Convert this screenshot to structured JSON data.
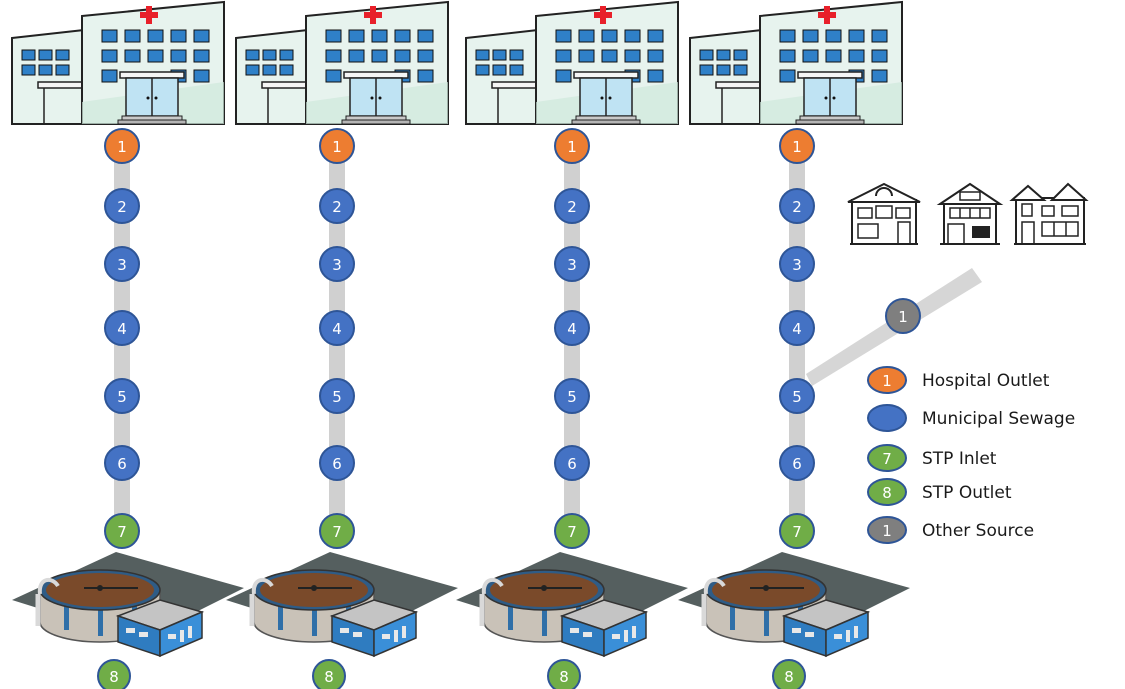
{
  "colors": {
    "hospital_outlet": "#ED7D31",
    "municipal_sewage": "#4472C4",
    "stp": "#70AD47",
    "other_source": "#7F7F7F",
    "node_stroke": "#2E5597",
    "pipe": "#d0d0d0",
    "cross": "#e8202a"
  },
  "columns": [
    {
      "nodes": [
        {
          "label": "1",
          "type": "hospital_outlet"
        },
        {
          "label": "2",
          "type": "municipal_sewage"
        },
        {
          "label": "3",
          "type": "municipal_sewage"
        },
        {
          "label": "4",
          "type": "municipal_sewage"
        },
        {
          "label": "5",
          "type": "municipal_sewage"
        },
        {
          "label": "6",
          "type": "municipal_sewage"
        },
        {
          "label": "7",
          "type": "stp"
        }
      ],
      "outlet_label": "8"
    },
    {
      "nodes": [
        {
          "label": "1",
          "type": "hospital_outlet"
        },
        {
          "label": "2",
          "type": "municipal_sewage"
        },
        {
          "label": "3",
          "type": "municipal_sewage"
        },
        {
          "label": "4",
          "type": "municipal_sewage"
        },
        {
          "label": "5",
          "type": "municipal_sewage"
        },
        {
          "label": "6",
          "type": "municipal_sewage"
        },
        {
          "label": "7",
          "type": "stp"
        }
      ],
      "outlet_label": "8"
    },
    {
      "nodes": [
        {
          "label": "1",
          "type": "hospital_outlet"
        },
        {
          "label": "2",
          "type": "municipal_sewage"
        },
        {
          "label": "3",
          "type": "municipal_sewage"
        },
        {
          "label": "4",
          "type": "municipal_sewage"
        },
        {
          "label": "5",
          "type": "municipal_sewage"
        },
        {
          "label": "6",
          "type": "municipal_sewage"
        },
        {
          "label": "7",
          "type": "stp"
        }
      ],
      "outlet_label": "8"
    },
    {
      "nodes": [
        {
          "label": "1",
          "type": "hospital_outlet"
        },
        {
          "label": "2",
          "type": "municipal_sewage"
        },
        {
          "label": "3",
          "type": "municipal_sewage"
        },
        {
          "label": "4",
          "type": "municipal_sewage"
        },
        {
          "label": "5",
          "type": "municipal_sewage"
        },
        {
          "label": "6",
          "type": "municipal_sewage"
        },
        {
          "label": "7",
          "type": "stp"
        }
      ],
      "outlet_label": "8"
    }
  ],
  "other_source_node": {
    "label": "1"
  },
  "legend": [
    {
      "symbol": "1",
      "label": "Hospital Outlet",
      "type": "hospital_outlet"
    },
    {
      "symbol": "",
      "label": "Municipal Sewage",
      "type": "municipal_sewage"
    },
    {
      "symbol": "7",
      "label": "STP Inlet",
      "type": "stp"
    },
    {
      "symbol": "8",
      "label": "STP Outlet",
      "type": "stp"
    },
    {
      "symbol": "1",
      "label": "Other Source",
      "type": "other_source"
    }
  ]
}
